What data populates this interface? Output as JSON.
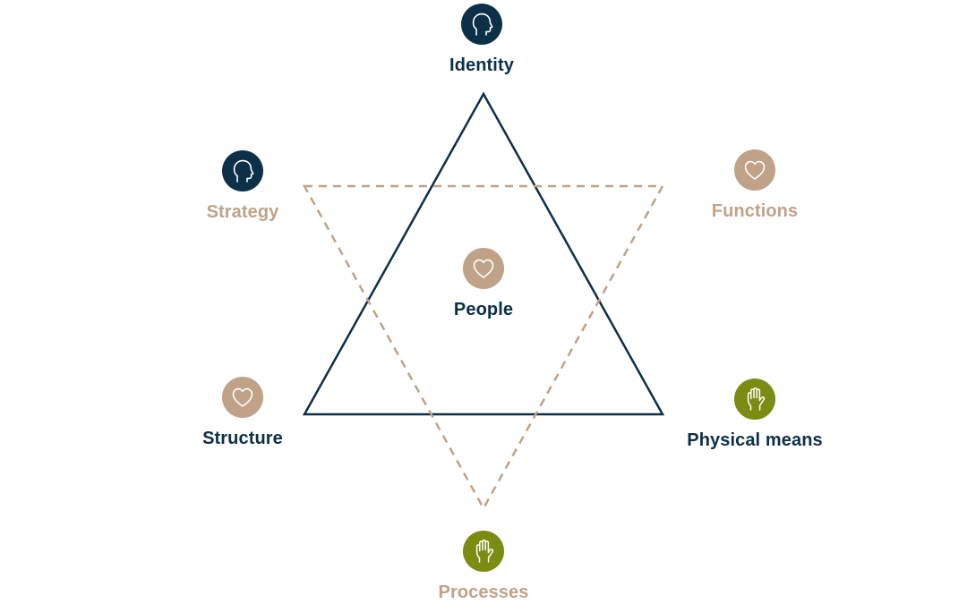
{
  "colors": {
    "navy": "#0b3048",
    "tan": "#bfa288",
    "olive": "#7a8c12",
    "white": "#ffffff"
  },
  "nodes": {
    "identity": {
      "label": "Identity",
      "icon": "head-icon",
      "circle_color": "#0b3048",
      "label_color": "#0b3048"
    },
    "strategy": {
      "label": "Strategy",
      "icon": "head-icon",
      "circle_color": "#0b3048",
      "label_color": "#bfa288"
    },
    "functions": {
      "label": "Functions",
      "icon": "heart-icon",
      "circle_color": "#bfa288",
      "label_color": "#bfa288"
    },
    "people": {
      "label": "People",
      "icon": "heart-icon",
      "circle_color": "#bfa288",
      "label_color": "#0b3048"
    },
    "structure": {
      "label": "Structure",
      "icon": "heart-icon",
      "circle_color": "#bfa288",
      "label_color": "#0b3048"
    },
    "physical": {
      "label": "Physical means",
      "icon": "hand-icon",
      "circle_color": "#7a8c12",
      "label_color": "#0b3048"
    },
    "processes": {
      "label": "Processes",
      "icon": "hand-icon",
      "circle_color": "#7a8c12",
      "label_color": "#bfa288"
    }
  },
  "triangles": {
    "upward": {
      "style": "solid",
      "color": "#0b3048"
    },
    "downward": {
      "style": "dashed",
      "color": "#bfa288"
    }
  }
}
